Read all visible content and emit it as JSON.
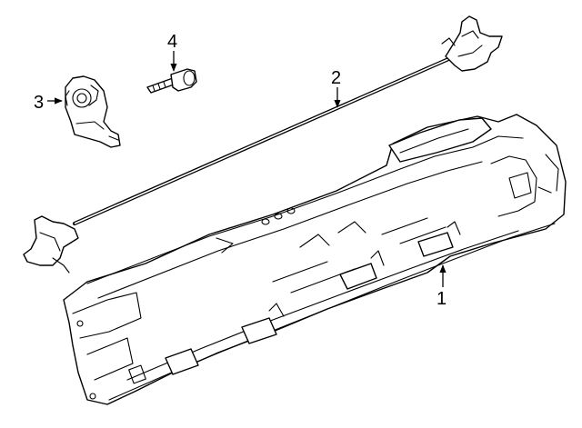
{
  "callouts": {
    "part1": "1",
    "part2": "2",
    "part3": "3",
    "part4": "4"
  },
  "colors": {
    "ink": "#000000",
    "background": "#ffffff"
  }
}
